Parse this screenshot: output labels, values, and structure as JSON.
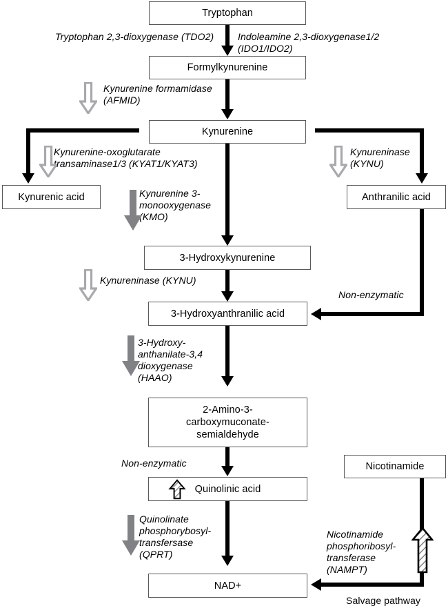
{
  "diagram": {
    "title": "Tryptophan kynurenine pathway to NAD+",
    "colors": {
      "flow_arrow": "#000000",
      "box_border": "#59595b",
      "grey_arrow_solid": "#808285",
      "grey_arrow_outline": "#a7a9ac",
      "background": "#ffffff"
    }
  },
  "nodes": {
    "tryptophan": "Tryptophan",
    "formylkynurenine": "Formylkynurenine",
    "kynurenine": "Kynurenine",
    "kynurenic_acid": "Kynurenic acid",
    "anthranilic_acid": "Anthranilic acid",
    "hydroxykynurenine": "3-Hydroxykynurenine",
    "hydroxyanthranilic_acid": "3-Hydroxyanthranilic acid",
    "acms_line1": "2-Amino-3-",
    "acms_line2": "carboxymuconate-",
    "acms_line3": "semialdehyde",
    "quinolinic_acid": "Quinolinic acid",
    "nicotinamide": "Nicotinamide",
    "nad": "NAD+"
  },
  "enzymes": {
    "tdo2": "Tryptophan 2,3-dioxygenase (TDO2)",
    "ido": "Indoleamine 2,3-dioxygenase1/2\n(IDO1/IDO2)",
    "afmid": "Kynurenine formamidase\n(AFMID)",
    "kyat": "Kynurenine-oxoglutarate\ntransaminase1/3 (KYAT1/KYAT3)",
    "kynu_right": "Kynureninase\n(KYNU)",
    "kmo": "Kynurenine 3-\nmonooxygenase\n(KMO)",
    "kynu_mid": "Kynureninase (KYNU)",
    "haao": "3-Hydroxy-\nanthanilate-3,4\ndioxygenase\n(HAAO)",
    "non_enzymatic_right": "Non-enzymatic",
    "non_enzymatic_bottom": "Non-enzymatic",
    "qprt": "Quinolinate\nphosphorybosyl-\ntransfersase\n(QPRT)",
    "nampt": "Nicotinamide\nphosphoribosyl-\ntransferase\n(NAMPT)"
  },
  "annotations": {
    "salvage_pathway": "Salvage pathway"
  },
  "icons": {
    "grey_down_outline": "arrow-down-outline-icon",
    "grey_down_solid": "arrow-down-solid-icon",
    "hatched_up": "arrow-up-hatched-icon"
  }
}
